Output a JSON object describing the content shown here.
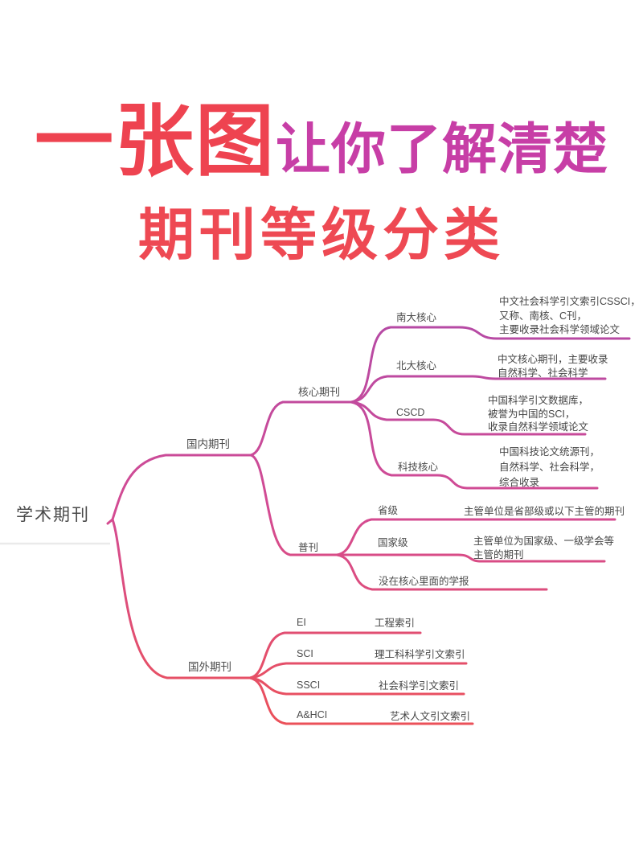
{
  "title": {
    "line1_accent": "一张图",
    "line1_rest": "让你了解清楚",
    "line2": "期刊等级分类"
  },
  "colors": {
    "title_red": "#ee4350",
    "title_magenta": "#c73ea6",
    "line_magenta": "#b44aa6",
    "line_pink": "#d44b92",
    "line_red": "#ec5157",
    "node_text": "#4c4c4c",
    "root_underline_gray": "#eaeaea"
  },
  "mindmap": {
    "root": {
      "label": "学术期刊"
    },
    "domestic": {
      "label": "国内期刊"
    },
    "core": {
      "label": "核心期刊"
    },
    "nanda": {
      "label": "南大核心",
      "desc1": "中文社会科学引文索引CSSCI，",
      "desc2": "又称、南核、C刊，",
      "desc3": "主要收录社会科学领域论文"
    },
    "beida": {
      "label": "北大核心",
      "desc1": "中文核心期刊，主要收录",
      "desc2": "自然科学、社会科学"
    },
    "cscd": {
      "label": "CSCD",
      "desc1": "中国科学引文数据库，",
      "desc2": "被誉为中国的SCI，",
      "desc3": "收录自然科学领域论文"
    },
    "keji": {
      "label": "科技核心",
      "desc1": "中国科技论文统源刊，",
      "desc2": "自然科学、社会科学，",
      "desc3": "综合收录"
    },
    "pukan": {
      "label": "普刊"
    },
    "shengji": {
      "label": "省级",
      "desc": "主管单位是省部级或以下主管的期刊"
    },
    "guojiaji": {
      "label": "国家级",
      "desc1": "主管单位为国家级、一级学会等",
      "desc2": "主管的期刊"
    },
    "xuebao": {
      "label": "没在核心里面的学报"
    },
    "foreign": {
      "label": "国外期刊"
    },
    "ei": {
      "label": "EI",
      "desc": "工程索引"
    },
    "sci": {
      "label": "SCI",
      "desc": "理工科科学引文索引"
    },
    "ssci": {
      "label": "SSCI",
      "desc": "社会科学引文索引"
    },
    "ahci": {
      "label": "A&HCI",
      "desc": "艺术人文引文索引"
    }
  }
}
